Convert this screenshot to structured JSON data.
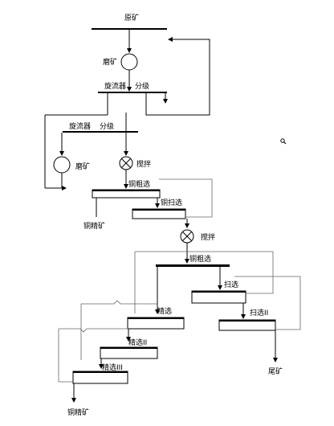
{
  "title": "原矿",
  "labels": {
    "grinding_1": "磨矿",
    "cyclone_1": "旋流器",
    "classify_1": "分级",
    "cyclone_2": "旋流器",
    "classify_2": "分级",
    "grinding_2": "磨矿",
    "stir_1": "搅拌",
    "cu_rough": "铜粗选",
    "cu_scav": "铜扫选",
    "cu_conc_1": "铜精矿",
    "stir_2": "搅拌",
    "rough": "铜粗选",
    "scav_1": "扫选",
    "scav_2": "扫选II",
    "clean_1": "精选",
    "clean_2": "精选II",
    "clean_3": "精选III",
    "tailings": "尾矿",
    "cu_conc_2": "铜精矿"
  },
  "icons": {
    "grinding_mill": "circle",
    "agitator": "circle-cross",
    "magnifier": "magnifier-icon"
  }
}
